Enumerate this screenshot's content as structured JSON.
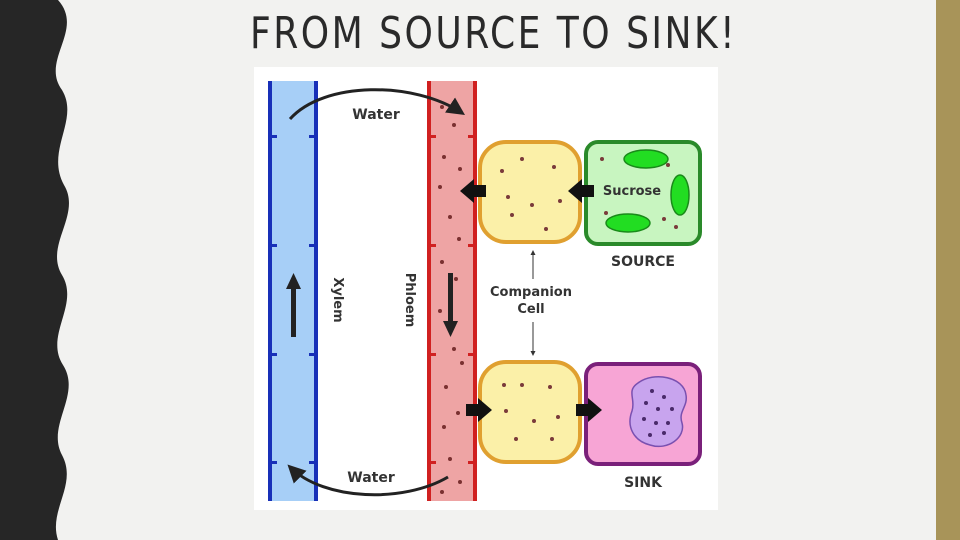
{
  "slide": {
    "title": "FROM SOURCE TO SINK!"
  },
  "diagram": {
    "water_top": "Water",
    "water_bottom": "Water",
    "xylem": "Xylem",
    "phloem": "Phloem",
    "sucrose": "Sucrose",
    "source": "SOURCE",
    "sink": "SINK",
    "companion_line1": "Companion",
    "companion_line2": "Cell"
  },
  "colors": {
    "xylem_fill": "#a7cff7",
    "xylem_wall": "#1830b8",
    "phloem_fill": "#eea4a4",
    "phloem_wall": "#d02020",
    "companion_fill": "#fbf0a8",
    "companion_wall": "#e0a030",
    "source_fill": "#c8f5c0",
    "source_wall": "#2a8a2a",
    "chloroplast": "#22dd22",
    "sink_fill": "#f7a5d5",
    "sink_wall": "#7a207a",
    "vacuole": "#c8a4ee",
    "accent_bar": "#a89459"
  }
}
